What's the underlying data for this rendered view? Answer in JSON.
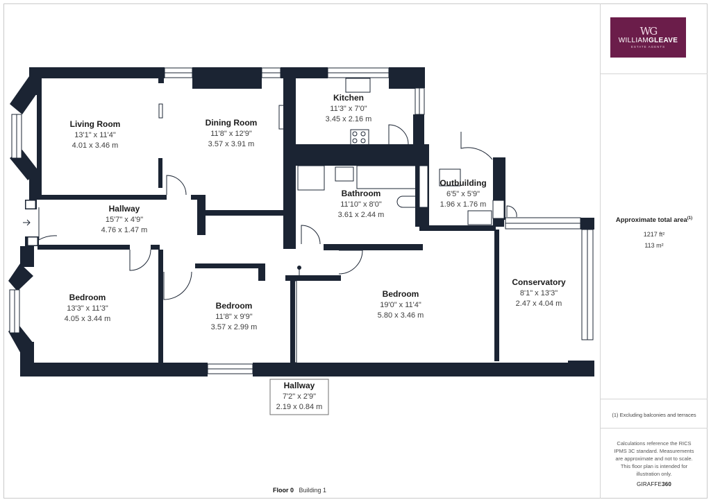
{
  "rooms": [
    {
      "name": "Living Room",
      "imperial": "13'1\" x 11'4\"",
      "metric": "4.01 x 3.46 m"
    },
    {
      "name": "Dining Room",
      "imperial": "11'8\" x 12'9\"",
      "metric": "3.57 x 3.91 m"
    },
    {
      "name": "Kitchen",
      "imperial": "11'3\" x 7'0\"",
      "metric": "3.45 x 2.16 m"
    },
    {
      "name": "Bathroom",
      "imperial": "11'10\" x 8'0\"",
      "metric": "3.61 x 2.44 m"
    },
    {
      "name": "Outbuilding",
      "imperial": "6'5\" x 5'9\"",
      "metric": "1.96 x 1.76 m"
    },
    {
      "name": "Hallway",
      "imperial": "15'7\" x 4'9\"",
      "metric": "4.76 x 1.47 m"
    },
    {
      "name": "Bedroom",
      "imperial": "13'3\" x 11'3\"",
      "metric": "4.05 x 3.44 m"
    },
    {
      "name": "Bedroom",
      "imperial": "11'8\" x 9'9\"",
      "metric": "3.57 x 2.99 m"
    },
    {
      "name": "Bedroom",
      "imperial": "19'0\" x 11'4\"",
      "metric": "5.80 x 3.46 m"
    },
    {
      "name": "Conservatory",
      "imperial": "8'1\" x 13'3\"",
      "metric": "2.47 x 4.04 m"
    },
    {
      "name": "Hallway",
      "imperial": "7'2\" x 2'9\"",
      "metric": "2.19 x 0.84 m"
    }
  ],
  "logo": {
    "name_regular": "WILLIAM",
    "name_bold": "GLEAVE",
    "subtitle": "ESTATE AGENTS",
    "monogram": "WG"
  },
  "area": {
    "title": "Approximate total area",
    "title_note": "(1)",
    "sqft": "1217 ft²",
    "sqm": "113 m²"
  },
  "footnote": "(1) Excluding balconies and terraces",
  "disclaimer": "Calculations reference the RICS IPMS 3C standard. Measurements are approximate and not to scale. This floor plan is intended for illustration only.",
  "brand": {
    "regular": "GIRAFFE",
    "bold": "360"
  },
  "floor": {
    "label": "Floor 0",
    "building": "Building 1"
  },
  "colors": {
    "wall": "#1b2433",
    "logo_bg": "#6b1d4a",
    "outline": "#c9c9c9",
    "text": "#1a1a1a",
    "subtext": "#3d3d3d"
  }
}
